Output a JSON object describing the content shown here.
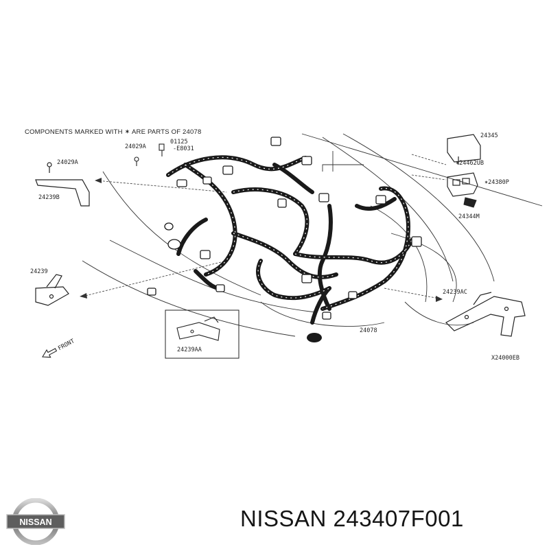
{
  "diagram": {
    "note": "COMPONENTS MARKED WITH ✶ ARE PARTS OF 24078",
    "parts": {
      "p24029A_left": "24029A",
      "p24239B": "24239B",
      "p24029A_top": "24029A",
      "p01125": "01125",
      "pE8031": "-E8031",
      "p24239": "24239",
      "p24239AA": "24239AA",
      "p24078_bottom": "24078",
      "p24345": "24345",
      "p24462UB": "✶24462UB",
      "p24380P": "✶24380P",
      "p24344M": "24344M",
      "p24239AC": "24239AC"
    },
    "front_label": "FRONT",
    "figure_code": "X24000EB"
  },
  "brand": {
    "name": "NISSAN"
  },
  "caption": "NISSAN 243407F001"
}
